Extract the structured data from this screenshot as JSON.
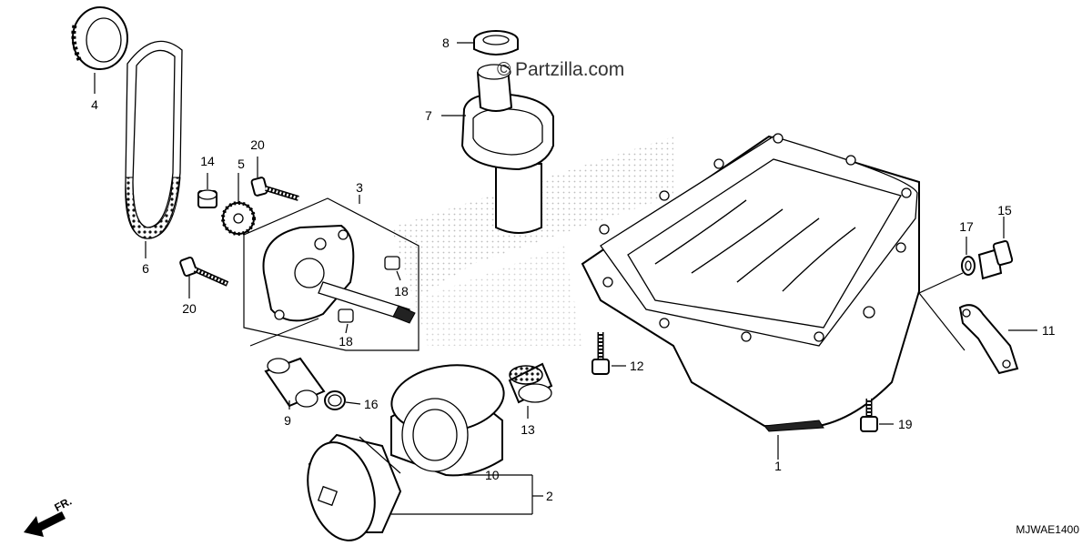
{
  "watermark": "Partzilla.com",
  "direction_label": "FR.",
  "diagram_code": "MJWAE1400",
  "callouts": {
    "c1": "1",
    "c2": "2",
    "c3": "3",
    "c4": "4",
    "c5": "5",
    "c6": "6",
    "c7": "7",
    "c8": "8",
    "c9": "9",
    "c10": "10",
    "c11": "11",
    "c12": "12",
    "c13": "13",
    "c14": "14",
    "c15": "15",
    "c16": "16",
    "c17": "17",
    "c18a": "18",
    "c18b": "18",
    "c19": "19",
    "c20a": "20",
    "c20b": "20"
  }
}
